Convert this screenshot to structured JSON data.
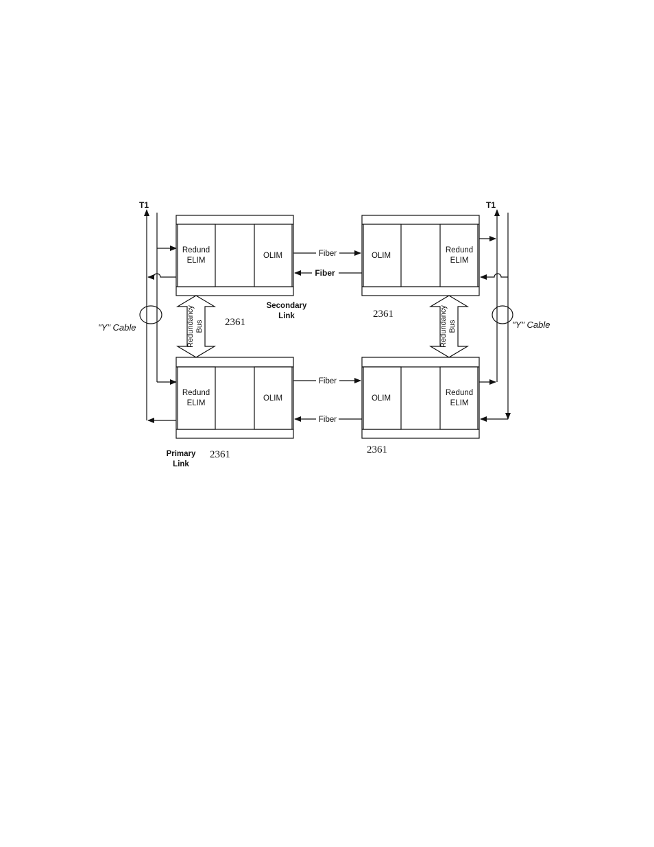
{
  "diagram": {
    "t1_left": "T1",
    "t1_right": "T1",
    "y_cable_left": "\"Y\" Cable",
    "y_cable_right": "\"Y\" Cable",
    "redundancy_bus_line1": "Redundancy",
    "redundancy_bus_line2": "Bus",
    "secondary_link_line1": "Secondary",
    "secondary_link_line2": "Link",
    "primary_link_line1": "Primary",
    "primary_link_line2": "Link",
    "unit_model": "2361",
    "redund_elim_line1": "Redund",
    "redund_elim_line2": "ELIM",
    "olim": "OLIM",
    "fiber": "Fiber"
  }
}
